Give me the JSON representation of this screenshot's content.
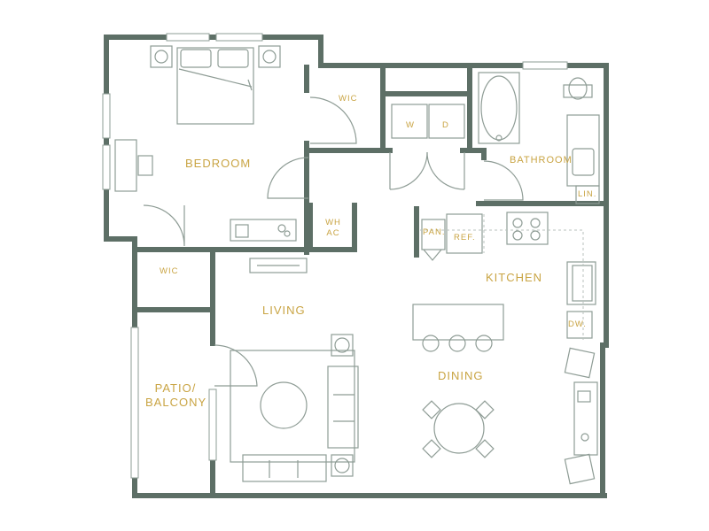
{
  "colors": {
    "wall": "#5d6f66",
    "line": "#8e9c95",
    "guide": "#b8c2bd",
    "label": "#c9a443",
    "background": "#ffffff"
  },
  "rooms": {
    "bedroom": "BEDROOM",
    "living": "LIVING",
    "kitchen": "KITCHEN",
    "dining": "DINING",
    "bathroom": "BATHROOM",
    "patio_line1": "PATIO/",
    "patio_line2": "BALCONY"
  },
  "fixtures": {
    "wic_bedroom": "WIC",
    "wic_hall": "WIC",
    "washer": "W",
    "dryer": "D",
    "wh_line1": "WH",
    "wh_line2": "AC",
    "pantry": "PAN.",
    "refrigerator": "REF.",
    "linen": "LIN.",
    "dishwasher": "DW."
  }
}
